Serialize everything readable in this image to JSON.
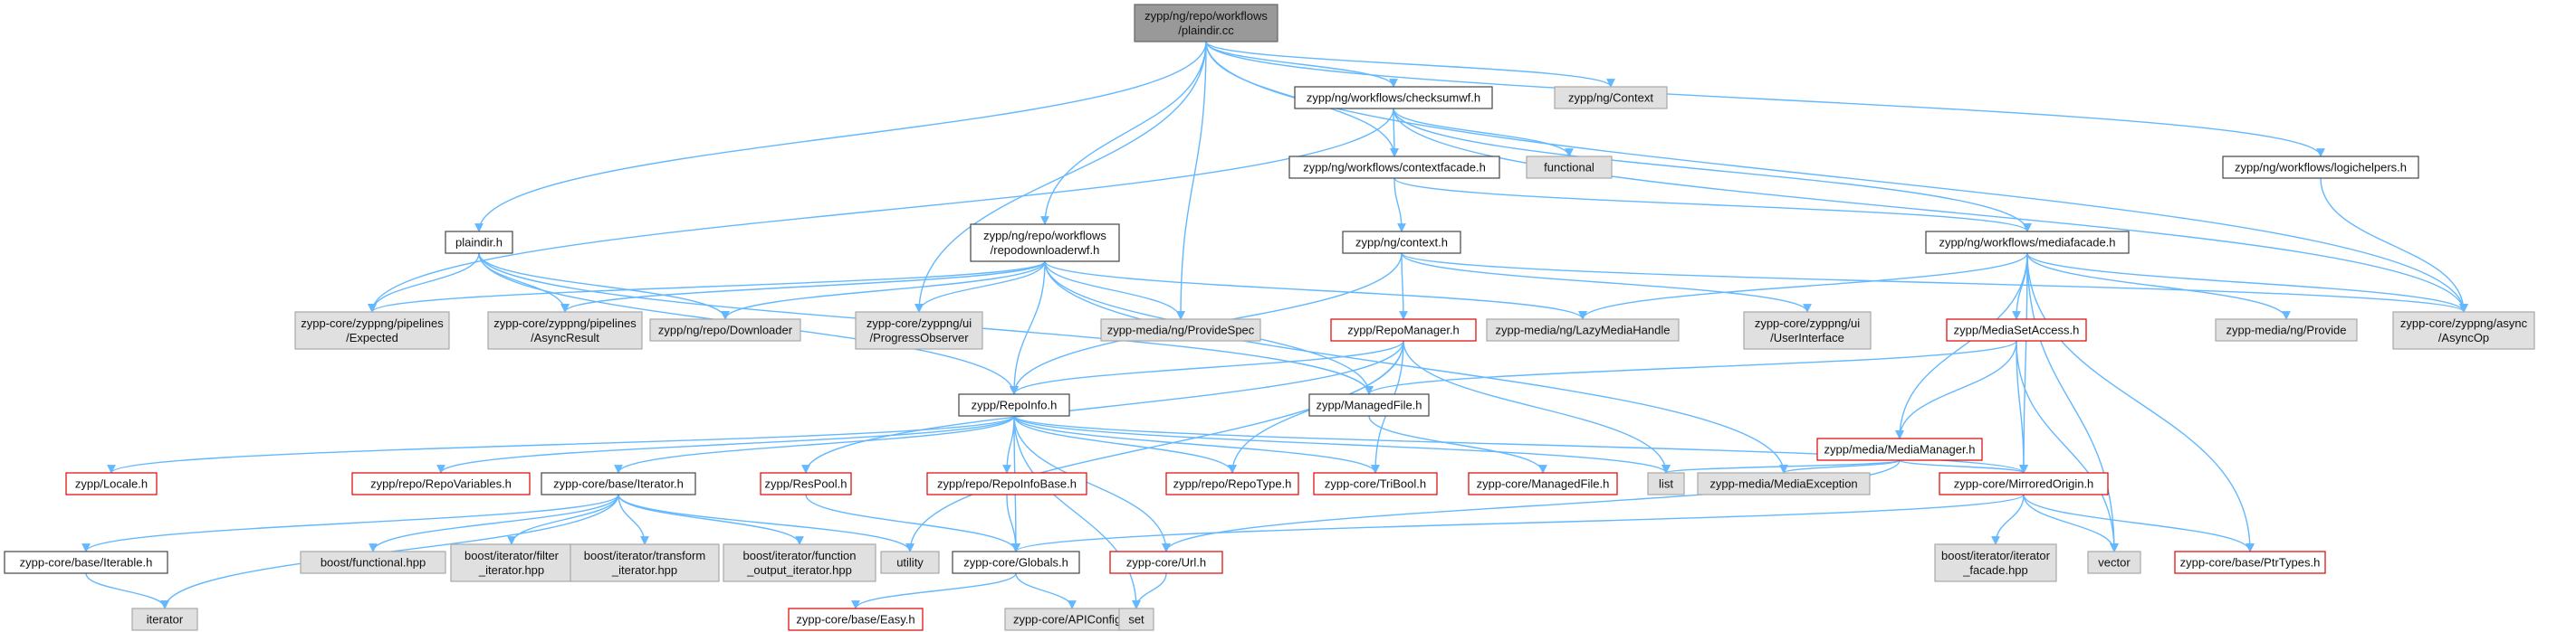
{
  "colors": {
    "edge": "#63b8ff",
    "root_fill": "#999999",
    "missing_border": "#e00000",
    "external_fill": "#e0e0e0"
  },
  "nodes": [
    {
      "id": "root",
      "lines": [
        "zypp/ng/repo/workflows",
        "/plaindir.cc"
      ],
      "kind": "root"
    },
    {
      "id": "context_fwd",
      "lines": [
        "zypp/ng/Context"
      ],
      "kind": "ext"
    },
    {
      "id": "checksumwf",
      "lines": [
        "zypp/ng/workflows/checksumwf.h"
      ],
      "kind": "plain"
    },
    {
      "id": "contextfacade",
      "lines": [
        "zypp/ng/workflows/contextfacade.h"
      ],
      "kind": "plain"
    },
    {
      "id": "functional",
      "lines": [
        "functional"
      ],
      "kind": "ext"
    },
    {
      "id": "logichelpers",
      "lines": [
        "zypp/ng/workflows/logichelpers.h"
      ],
      "kind": "plain"
    },
    {
      "id": "plaindir_h",
      "lines": [
        "plaindir.h"
      ],
      "kind": "plain"
    },
    {
      "id": "repodownloaderwf",
      "lines": [
        "zypp/ng/repo/workflows",
        "/repodownloaderwf.h"
      ],
      "kind": "plain"
    },
    {
      "id": "context_h",
      "lines": [
        "zypp/ng/context.h"
      ],
      "kind": "plain"
    },
    {
      "id": "mediafacade",
      "lines": [
        "zypp/ng/workflows/mediafacade.h"
      ],
      "kind": "plain"
    },
    {
      "id": "expected",
      "lines": [
        "zypp-core/zyppng/pipelines",
        "/Expected"
      ],
      "kind": "ext"
    },
    {
      "id": "asyncresult",
      "lines": [
        "zypp-core/zyppng/pipelines",
        "/AsyncResult"
      ],
      "kind": "ext"
    },
    {
      "id": "downloader",
      "lines": [
        "zypp/ng/repo/Downloader"
      ],
      "kind": "ext"
    },
    {
      "id": "progressobserver",
      "lines": [
        "zypp-core/zyppng/ui",
        "/ProgressObserver"
      ],
      "kind": "ext"
    },
    {
      "id": "providespec",
      "lines": [
        "zypp-media/ng/ProvideSpec"
      ],
      "kind": "ext"
    },
    {
      "id": "lazymediahandle",
      "lines": [
        "zypp-media/ng/LazyMediaHandle"
      ],
      "kind": "ext"
    },
    {
      "id": "userinterface",
      "lines": [
        "zypp-core/zyppng/ui",
        "/UserInterface"
      ],
      "kind": "ext"
    },
    {
      "id": "provide",
      "lines": [
        "zypp-media/ng/Provide"
      ],
      "kind": "ext"
    },
    {
      "id": "asyncop",
      "lines": [
        "zypp-core/zyppng/async",
        "/AsyncOp"
      ],
      "kind": "ext"
    },
    {
      "id": "repomanager",
      "lines": [
        "zypp/RepoManager.h"
      ],
      "kind": "missing"
    },
    {
      "id": "mediasetaccess",
      "lines": [
        "zypp/MediaSetAccess.h"
      ],
      "kind": "missing"
    },
    {
      "id": "repoinfo",
      "lines": [
        "zypp/RepoInfo.h"
      ],
      "kind": "plain"
    },
    {
      "id": "managedfile",
      "lines": [
        "zypp/ManagedFile.h"
      ],
      "kind": "plain"
    },
    {
      "id": "mediamanager",
      "lines": [
        "zypp/media/MediaManager.h"
      ],
      "kind": "missing"
    },
    {
      "id": "locale",
      "lines": [
        "zypp/Locale.h"
      ],
      "kind": "missing"
    },
    {
      "id": "repovariables",
      "lines": [
        "zypp/repo/RepoVariables.h"
      ],
      "kind": "missing"
    },
    {
      "id": "iterator_h",
      "lines": [
        "zypp-core/base/Iterator.h"
      ],
      "kind": "plain"
    },
    {
      "id": "respool",
      "lines": [
        "zypp/ResPool.h"
      ],
      "kind": "missing"
    },
    {
      "id": "repoinfobase",
      "lines": [
        "zypp/repo/RepoInfoBase.h"
      ],
      "kind": "missing"
    },
    {
      "id": "repotype",
      "lines": [
        "zypp/repo/RepoType.h"
      ],
      "kind": "missing"
    },
    {
      "id": "tribool",
      "lines": [
        "zypp-core/TriBool.h"
      ],
      "kind": "missing"
    },
    {
      "id": "core_managedfile",
      "lines": [
        "zypp-core/ManagedFile.h"
      ],
      "kind": "missing"
    },
    {
      "id": "list",
      "lines": [
        "list"
      ],
      "kind": "ext"
    },
    {
      "id": "mediaexception",
      "lines": [
        "zypp-media/MediaException"
      ],
      "kind": "ext"
    },
    {
      "id": "mirroredorigin",
      "lines": [
        "zypp-core/MirroredOrigin.h"
      ],
      "kind": "missing"
    },
    {
      "id": "iterable",
      "lines": [
        "zypp-core/base/Iterable.h"
      ],
      "kind": "plain"
    },
    {
      "id": "boost_functional",
      "lines": [
        "boost/functional.hpp"
      ],
      "kind": "ext"
    },
    {
      "id": "boost_filter",
      "lines": [
        "boost/iterator/filter",
        "_iterator.hpp"
      ],
      "kind": "ext"
    },
    {
      "id": "boost_transform",
      "lines": [
        "boost/iterator/transform",
        "_iterator.hpp"
      ],
      "kind": "ext"
    },
    {
      "id": "boost_function_output",
      "lines": [
        "boost/iterator/function",
        "_output_iterator.hpp"
      ],
      "kind": "ext"
    },
    {
      "id": "utility",
      "lines": [
        "utility"
      ],
      "kind": "ext"
    },
    {
      "id": "globals",
      "lines": [
        "zypp-core/Globals.h"
      ],
      "kind": "plain"
    },
    {
      "id": "url",
      "lines": [
        "zypp-core/Url.h"
      ],
      "kind": "missing"
    },
    {
      "id": "boost_iterator_facade",
      "lines": [
        "boost/iterator/iterator",
        "_facade.hpp"
      ],
      "kind": "ext"
    },
    {
      "id": "vector",
      "lines": [
        "vector"
      ],
      "kind": "ext"
    },
    {
      "id": "ptrtypes",
      "lines": [
        "zypp-core/base/PtrTypes.h"
      ],
      "kind": "missing"
    },
    {
      "id": "iterator_std",
      "lines": [
        "iterator"
      ],
      "kind": "ext"
    },
    {
      "id": "easy",
      "lines": [
        "zypp-core/base/Easy.h"
      ],
      "kind": "missing"
    },
    {
      "id": "apiconfig",
      "lines": [
        "zypp-core/APIConfig.h"
      ],
      "kind": "ext"
    },
    {
      "id": "set",
      "lines": [
        "set"
      ],
      "kind": "ext"
    }
  ],
  "edges": [
    [
      "root",
      "context_fwd"
    ],
    [
      "root",
      "checksumwf"
    ],
    [
      "root",
      "contextfacade"
    ],
    [
      "root",
      "plaindir_h"
    ],
    [
      "root",
      "repodownloaderwf"
    ],
    [
      "root",
      "progressobserver"
    ],
    [
      "root",
      "providespec"
    ],
    [
      "root",
      "logichelpers"
    ],
    [
      "root",
      "asyncop"
    ],
    [
      "checksumwf",
      "contextfacade"
    ],
    [
      "checksumwf",
      "functional"
    ],
    [
      "checksumwf",
      "mediafacade"
    ],
    [
      "checksumwf",
      "expected"
    ],
    [
      "checksumwf",
      "asyncop"
    ],
    [
      "contextfacade",
      "context_h"
    ],
    [
      "contextfacade",
      "mediafacade"
    ],
    [
      "logichelpers",
      "asyncop"
    ],
    [
      "plaindir_h",
      "expected"
    ],
    [
      "plaindir_h",
      "asyncresult"
    ],
    [
      "plaindir_h",
      "downloader"
    ],
    [
      "plaindir_h",
      "repoinfo"
    ],
    [
      "plaindir_h",
      "managedfile"
    ],
    [
      "repodownloaderwf",
      "expected"
    ],
    [
      "repodownloaderwf",
      "asyncresult"
    ],
    [
      "repodownloaderwf",
      "downloader"
    ],
    [
      "repodownloaderwf",
      "progressobserver"
    ],
    [
      "repodownloaderwf",
      "providespec"
    ],
    [
      "repodownloaderwf",
      "lazymediahandle"
    ],
    [
      "repodownloaderwf",
      "repoinfo"
    ],
    [
      "repodownloaderwf",
      "managedfile"
    ],
    [
      "repodownloaderwf",
      "mediaexception"
    ],
    [
      "context_h",
      "repomanager"
    ],
    [
      "context_h",
      "userinterface"
    ],
    [
      "context_h",
      "asyncop"
    ],
    [
      "context_h",
      "repoinfo"
    ],
    [
      "mediafacade",
      "lazymediahandle"
    ],
    [
      "mediafacade",
      "provide"
    ],
    [
      "mediafacade",
      "asyncop"
    ],
    [
      "mediafacade",
      "mediasetaccess"
    ],
    [
      "mediafacade",
      "mediamanager"
    ],
    [
      "mediafacade",
      "mirroredorigin"
    ],
    [
      "mediafacade",
      "vector"
    ],
    [
      "mediafacade",
      "ptrtypes"
    ],
    [
      "repomanager",
      "repoinfo"
    ],
    [
      "repomanager",
      "respool"
    ],
    [
      "repomanager",
      "repotype"
    ],
    [
      "repomanager",
      "tribool"
    ],
    [
      "repomanager",
      "list"
    ],
    [
      "repomanager",
      "utility"
    ],
    [
      "mediasetaccess",
      "managedfile"
    ],
    [
      "mediasetaccess",
      "mediamanager"
    ],
    [
      "mediasetaccess",
      "mirroredorigin"
    ],
    [
      "mediasetaccess",
      "vector"
    ],
    [
      "repoinfo",
      "locale"
    ],
    [
      "repoinfo",
      "repovariables"
    ],
    [
      "repoinfo",
      "iterator_h"
    ],
    [
      "repoinfo",
      "repoinfobase"
    ],
    [
      "repoinfo",
      "repotype"
    ],
    [
      "repoinfo",
      "tribool"
    ],
    [
      "repoinfo",
      "list"
    ],
    [
      "repoinfo",
      "mirroredorigin"
    ],
    [
      "repoinfo",
      "globals"
    ],
    [
      "repoinfo",
      "url"
    ],
    [
      "repoinfo",
      "set"
    ],
    [
      "managedfile",
      "core_managedfile"
    ],
    [
      "mediamanager",
      "list"
    ],
    [
      "mediamanager",
      "mediaexception"
    ],
    [
      "mediamanager",
      "mirroredorigin"
    ],
    [
      "mediamanager",
      "url"
    ],
    [
      "iterator_h",
      "iterable"
    ],
    [
      "iterator_h",
      "boost_functional"
    ],
    [
      "iterator_h",
      "boost_filter"
    ],
    [
      "iterator_h",
      "boost_transform"
    ],
    [
      "iterator_h",
      "boost_function_output"
    ],
    [
      "iterator_h",
      "utility"
    ],
    [
      "iterator_h",
      "iterator_std"
    ],
    [
      "respool",
      "globals"
    ],
    [
      "repoinfobase",
      "globals"
    ],
    [
      "mirroredorigin",
      "globals"
    ],
    [
      "mirroredorigin",
      "boost_iterator_facade"
    ],
    [
      "mirroredorigin",
      "vector"
    ],
    [
      "mirroredorigin",
      "ptrtypes"
    ],
    [
      "iterable",
      "iterator_std"
    ],
    [
      "globals",
      "easy"
    ],
    [
      "globals",
      "apiconfig"
    ],
    [
      "url",
      "set"
    ]
  ]
}
